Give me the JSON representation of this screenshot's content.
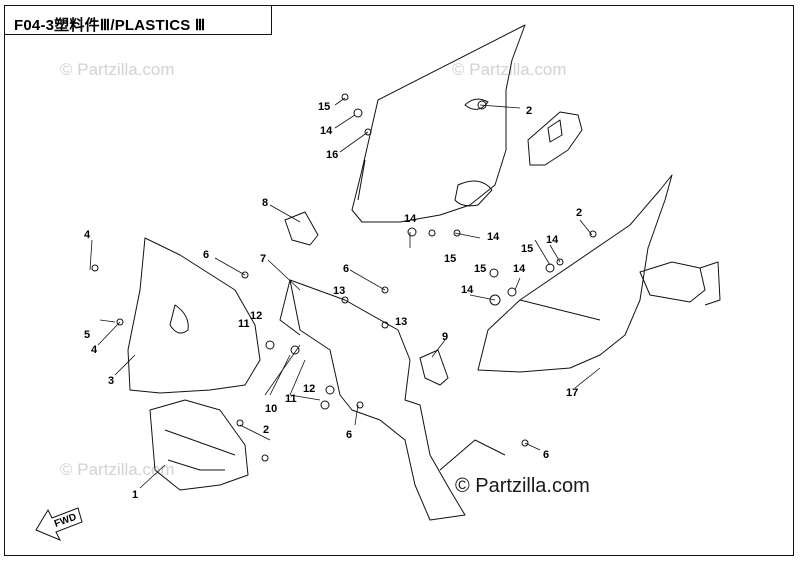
{
  "header": {
    "title": "F04-3塑料件Ⅲ/PLASTICS Ⅲ"
  },
  "watermarks": {
    "faded": "© Partzilla.com",
    "main": "© Partzilla.com"
  },
  "direction_arrow": {
    "label": "FWD"
  },
  "callouts": {
    "c1": "1",
    "c2a": "2",
    "c2b": "2",
    "c2c": "2",
    "c3": "3",
    "c4a": "4",
    "c4b": "4",
    "c5": "5",
    "c6a": "6",
    "c6b": "6",
    "c6c": "6",
    "c6d": "6",
    "c7": "7",
    "c8": "8",
    "c9": "9",
    "c10": "10",
    "c11a": "11",
    "c11b": "11",
    "c12a": "12",
    "c12b": "12",
    "c13a": "13",
    "c13b": "13",
    "c14a": "14",
    "c14b": "14",
    "c14c": "14",
    "c14d": "14",
    "c14e": "14",
    "c14f": "14",
    "c15a": "15",
    "c15b": "15",
    "c15c": "15",
    "c15d": "15",
    "c16": "16",
    "c17": "17"
  },
  "colors": {
    "line": "#111111",
    "watermark_faded": "#d2d2d2",
    "background": "#ffffff"
  }
}
